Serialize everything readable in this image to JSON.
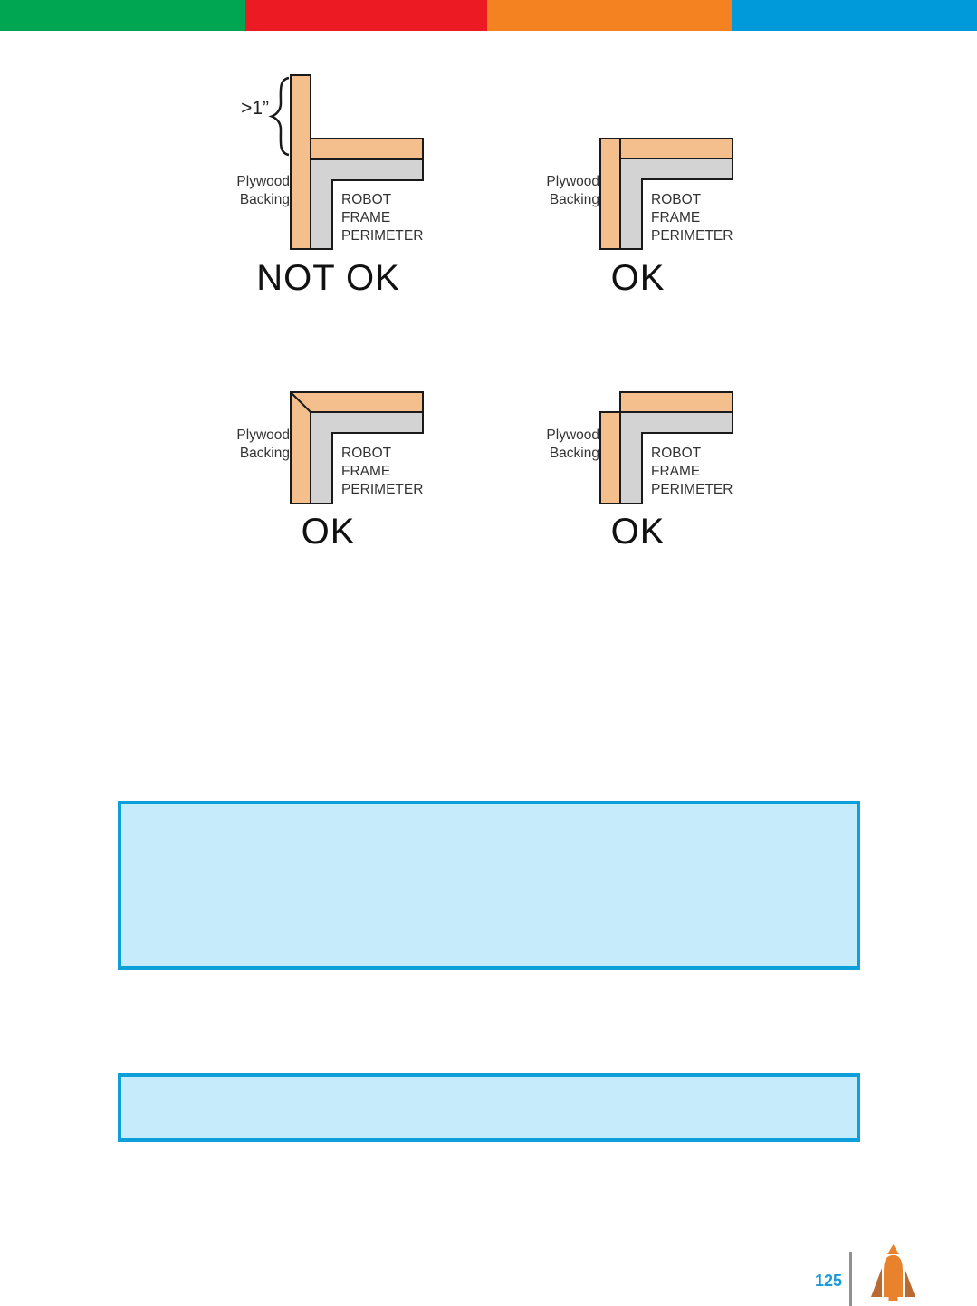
{
  "header_bar": {
    "segment_colors": [
      "#00A651",
      "#EC1B23",
      "#F58220",
      "#0099DA"
    ]
  },
  "diagrams": [
    {
      "position": "top-left",
      "dimension_label": ">1”",
      "plywood_label": [
        "Plywood",
        "Backing"
      ],
      "frame_label": [
        "ROBOT",
        "FRAME",
        "PERIMETER"
      ],
      "caption": "NOT OK"
    },
    {
      "position": "top-right",
      "plywood_label": [
        "Plywood",
        "Backing"
      ],
      "frame_label": [
        "ROBOT",
        "FRAME",
        "PERIMETER"
      ],
      "caption": "OK"
    },
    {
      "position": "bottom-left",
      "plywood_label": [
        "Plywood",
        "Backing"
      ],
      "frame_label": [
        "ROBOT",
        "FRAME",
        "PERIMETER"
      ],
      "caption": "OK"
    },
    {
      "position": "bottom-right",
      "plywood_label": [
        "Plywood",
        "Backing"
      ],
      "frame_label": [
        "ROBOT",
        "FRAME",
        "PERIMETER"
      ],
      "caption": "OK"
    }
  ],
  "note_boxes": [
    {
      "content": ""
    },
    {
      "content": ""
    }
  ],
  "colors": {
    "plywood_fill": "#F4BF8D",
    "frame_fill": "#D3D3D3",
    "outline": "#1A1A1A",
    "note_box_fill": "#C6ECFB",
    "note_box_border": "#0C9FD9",
    "page_number": "#1A9AD7",
    "rocket_body": "#E8822C",
    "rocket_fins": "#B96A33"
  },
  "footer": {
    "page_number": "125"
  }
}
